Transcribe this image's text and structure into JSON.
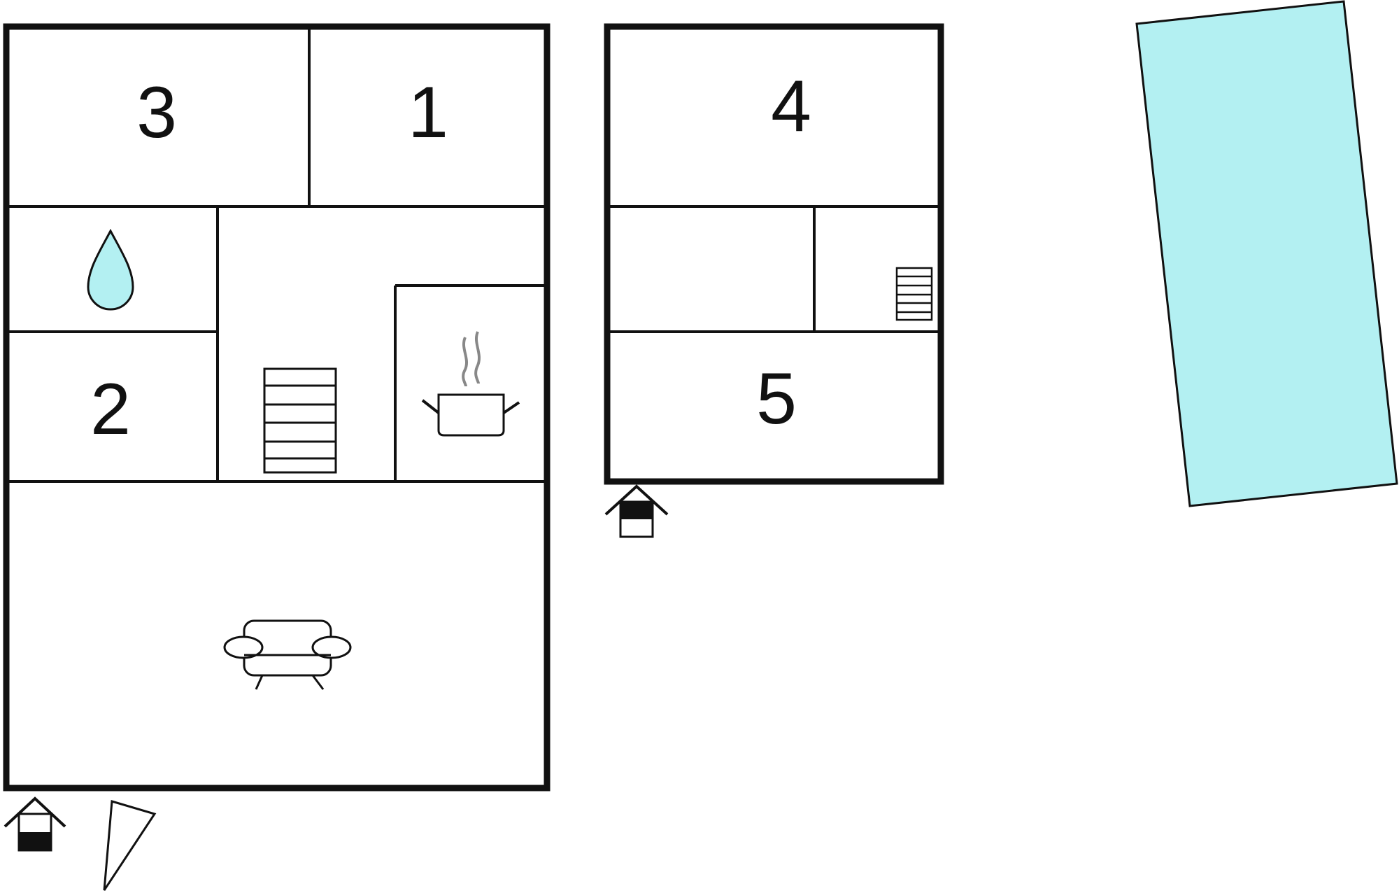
{
  "floorplan": {
    "room_numbers": {
      "room_1": "1",
      "room_2": "2",
      "room_3": "3",
      "room_4": "4",
      "room_5": "5"
    },
    "icons": {
      "bathroom": "water-drop-icon",
      "kitchen": "cooking-pot-icon",
      "living_room": "sofa-icon",
      "stairs": "stairs-icon",
      "entrance": "entrance-house-icon",
      "orientation": "north-arrow-icon",
      "pool": "swimming-pool"
    },
    "colors": {
      "walls": "#111111",
      "water": "#b3f0f2",
      "steam": "#888888"
    }
  }
}
